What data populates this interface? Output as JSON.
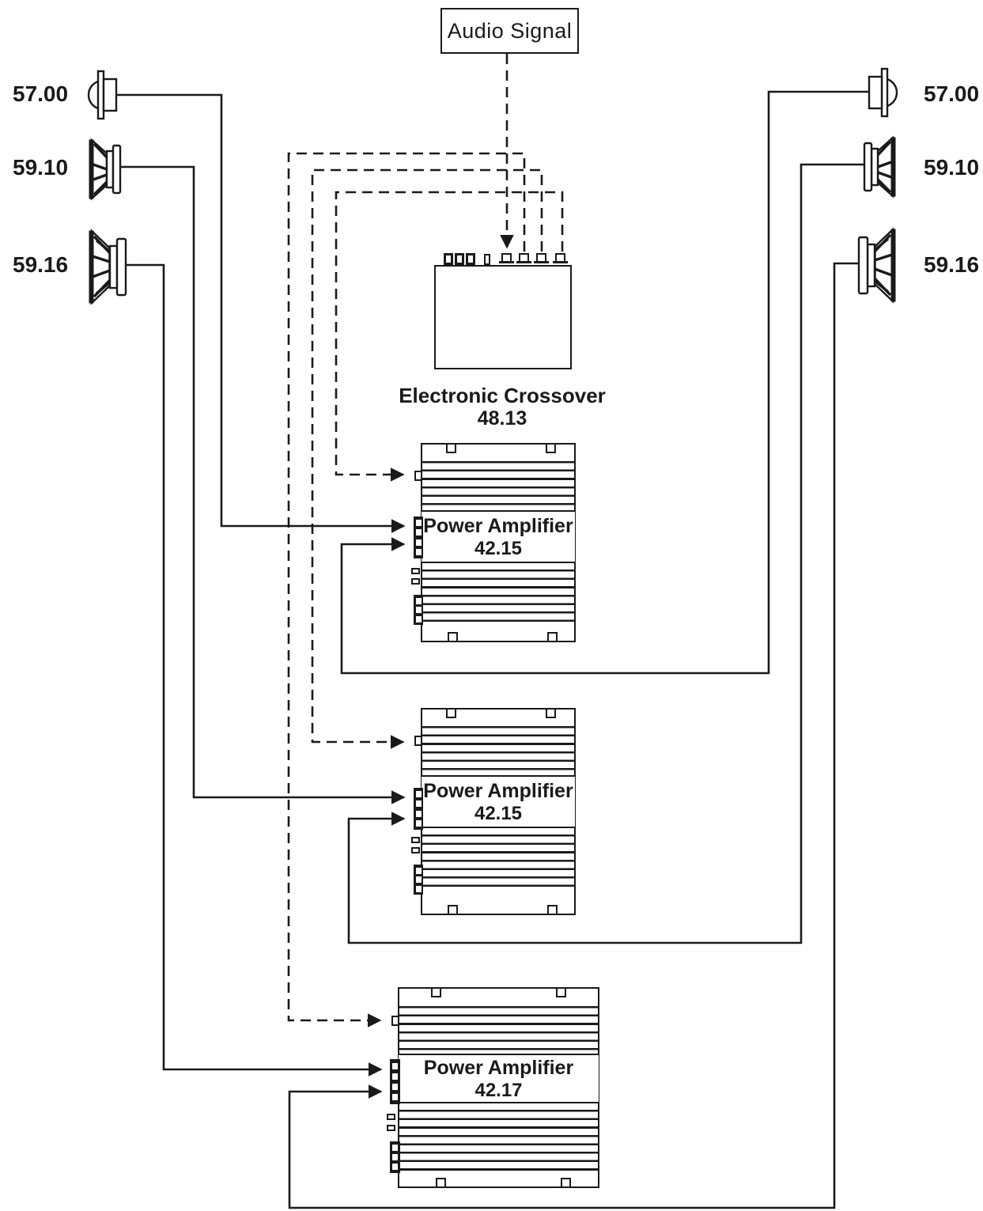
{
  "source": {
    "label": "Audio Signal"
  },
  "crossover": {
    "name": "Electronic Crossover",
    "code": "48.13"
  },
  "amplifiers": [
    {
      "name": "Power Amplifier",
      "code": "42.15"
    },
    {
      "name": "Power Amplifier",
      "code": "42.15"
    },
    {
      "name": "Power Amplifier",
      "code": "42.17"
    }
  ],
  "speakers": {
    "left": [
      {
        "code": "57.00",
        "icon": "tweeter-speaker-icon"
      },
      {
        "code": "59.10",
        "icon": "midrange-speaker-icon"
      },
      {
        "code": "59.16",
        "icon": "woofer-speaker-icon"
      }
    ],
    "right": [
      {
        "code": "57.00",
        "icon": "tweeter-speaker-icon"
      },
      {
        "code": "59.10",
        "icon": "midrange-speaker-icon"
      },
      {
        "code": "59.16",
        "icon": "woofer-speaker-icon"
      }
    ]
  },
  "connections": [
    {
      "from": "Audio Signal",
      "to": "Electronic Crossover 48.13",
      "style": "dashed"
    },
    {
      "from": "Electronic Crossover 48.13",
      "to": "Power Amplifier 42.15 (upper)",
      "style": "dashed"
    },
    {
      "from": "Electronic Crossover 48.13",
      "to": "Power Amplifier 42.15 (middle)",
      "style": "dashed"
    },
    {
      "from": "Electronic Crossover 48.13",
      "to": "Power Amplifier 42.17",
      "style": "dashed"
    },
    {
      "from": "Speaker 57.00 left and right",
      "to": "Power Amplifier 42.15 (upper)",
      "style": "solid"
    },
    {
      "from": "Speaker 59.10 left and right",
      "to": "Power Amplifier 42.15 (middle)",
      "style": "solid"
    },
    {
      "from": "Speaker 59.16 left and right",
      "to": "Power Amplifier 42.17",
      "style": "solid"
    }
  ],
  "colors": {
    "line": "#1a1a1a",
    "background": "#ffffff"
  }
}
